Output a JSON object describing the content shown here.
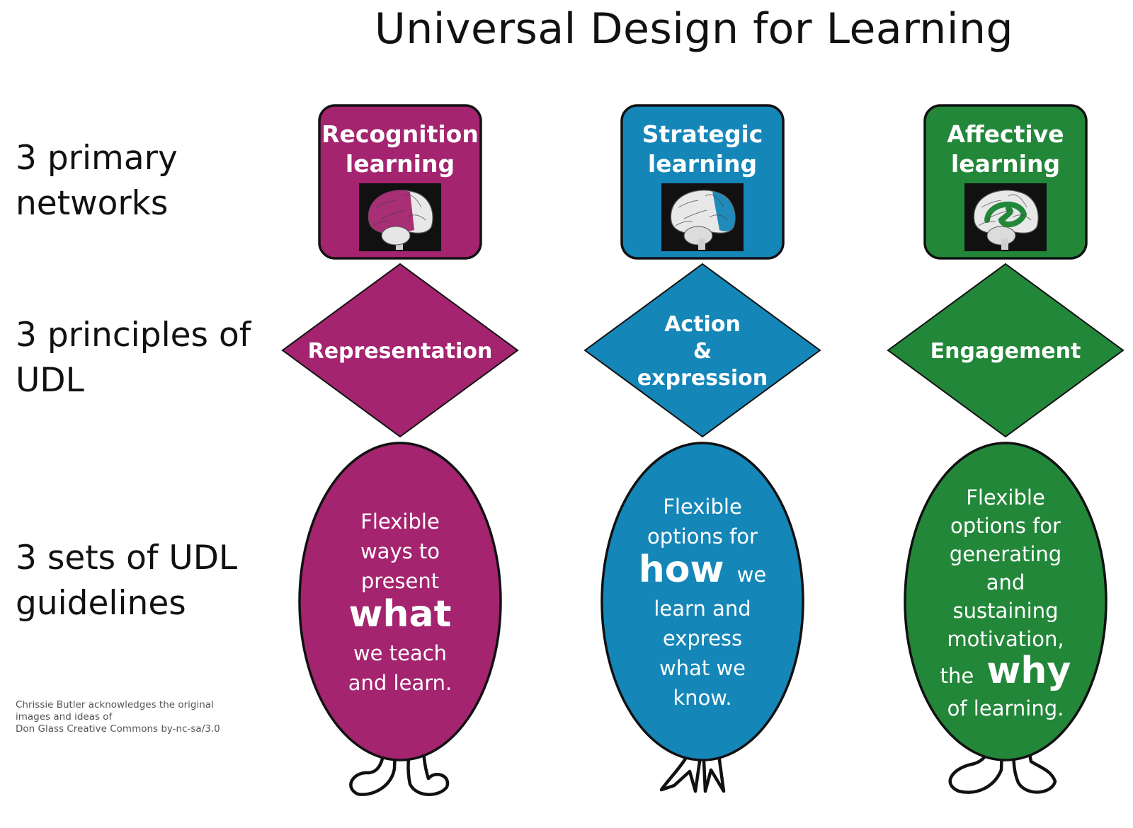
{
  "title": "Universal Design for Learning",
  "rows": {
    "networks": [
      "3 primary",
      "networks"
    ],
    "principles": [
      "3 principles of",
      "UDL"
    ],
    "guidelines": [
      "3 sets of UDL",
      "guidelines"
    ]
  },
  "credit": [
    "Chrissie Butler acknowledges the original",
    "images and ideas of",
    "Don Glass Creative Commons by-nc-sa/3.0"
  ],
  "colors": {
    "recognition": "#a4246f",
    "strategic": "#1586b8",
    "affective": "#23873a",
    "outline": "#111111"
  },
  "columns": [
    {
      "network": [
        "Recognition",
        "learning"
      ],
      "brain_icon": "brain-back-highlight-icon",
      "principle": [
        "Representation"
      ],
      "guideline_lines": [
        {
          "text": "Flexible"
        },
        {
          "text": "ways to"
        },
        {
          "text": "present"
        },
        {
          "text": "what",
          "strong": true
        },
        {
          "text": "we teach"
        },
        {
          "text": "and learn."
        }
      ]
    },
    {
      "network": [
        "Strategic",
        "learning"
      ],
      "brain_icon": "brain-front-highlight-icon",
      "principle": [
        "Action",
        "&",
        "expression"
      ],
      "guideline_lines": [
        {
          "text": "Flexible"
        },
        {
          "text": "options for"
        },
        {
          "text": "how",
          "strong": true,
          "suffix": "we"
        },
        {
          "text": "learn and"
        },
        {
          "text": "express"
        },
        {
          "text": "what we"
        },
        {
          "text": "know."
        }
      ]
    },
    {
      "network": [
        "Affective",
        "learning"
      ],
      "brain_icon": "brain-limbic-highlight-icon",
      "principle": [
        "Engagement"
      ],
      "guideline_lines": [
        {
          "text": "Flexible"
        },
        {
          "text": "options for"
        },
        {
          "text": "generating"
        },
        {
          "text": "and"
        },
        {
          "text": "sustaining"
        },
        {
          "text": "motivation,"
        },
        {
          "text": "why",
          "strong": true,
          "prefix": "the"
        },
        {
          "text": "of learning."
        }
      ]
    }
  ]
}
